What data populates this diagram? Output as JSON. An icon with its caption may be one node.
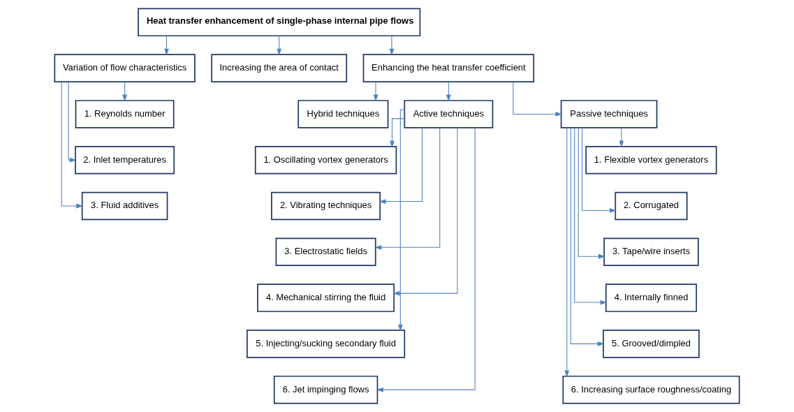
{
  "diagram": {
    "nodes": [
      {
        "text": [
          "Heat transfer enhancement of single-phase internal pipe flows"
        ]
      },
      {
        "text": [
          "Variation of flow characteristics"
        ]
      },
      {
        "text": [
          "Increasing the area of contact"
        ]
      },
      {
        "text": [
          "Enhancing the heat transfer coefficient"
        ]
      },
      {
        "text": [
          "1. Reynolds number"
        ]
      },
      {
        "text": [
          "2. Inlet temperatures"
        ]
      },
      {
        "text": [
          "3. Fluid additives"
        ]
      },
      {
        "text": [
          "Hybrid techniques"
        ]
      },
      {
        "text": [
          "Active techniques"
        ]
      },
      {
        "text": [
          "Passive techniques"
        ]
      },
      {
        "text": [
          "1. Oscillating vortex generators"
        ]
      },
      {
        "text": [
          "2. Vibrating techniques"
        ]
      },
      {
        "text": [
          "3. Electrostatic fields"
        ]
      },
      {
        "text": [
          "4. Mechanical stirring the fluid"
        ]
      },
      {
        "text": [
          "5. Injecting/sucking secondary fluid"
        ]
      },
      {
        "text": [
          "6. Jet impinging flows"
        ]
      },
      {
        "text": [
          "1. Flexible vortex generators"
        ]
      },
      {
        "text": [
          "2. Corrugated"
        ]
      },
      {
        "text": [
          "3. Tape/wire inserts"
        ]
      },
      {
        "text": [
          "4. Internally finned"
        ]
      },
      {
        "text": [
          "5. Grooved/dimpled"
        ]
      },
      {
        "text": [
          "6. Increasing surface roughness/coating"
        ]
      }
    ],
    "edges": [
      {
        "from": 0,
        "to": 1,
        "arrow": "to"
      },
      {
        "from": 0,
        "to": 2,
        "arrow": "to"
      },
      {
        "from": 0,
        "to": 3,
        "arrow": "to"
      },
      {
        "from": 1,
        "to": 4,
        "arrow": "to"
      },
      {
        "from": 1,
        "to": 5,
        "arrow": "to"
      },
      {
        "from": 1,
        "to": 6,
        "arrow": "to"
      },
      {
        "from": 3,
        "to": 7,
        "arrow": "to"
      },
      {
        "from": 3,
        "to": 8,
        "arrow": "to"
      },
      {
        "from": 3,
        "to": 9,
        "arrow": "to"
      },
      {
        "from": 8,
        "to": 10,
        "arrow": "to"
      },
      {
        "from": 8,
        "to": 11,
        "arrow": "to"
      },
      {
        "from": 8,
        "to": 12,
        "arrow": "to"
      },
      {
        "from": 8,
        "to": 13,
        "arrow": "to"
      },
      {
        "from": 8,
        "to": 14,
        "arrow": "to"
      },
      {
        "from": 8,
        "to": 15,
        "arrow": "to"
      },
      {
        "from": 9,
        "to": 16,
        "arrow": "to"
      },
      {
        "from": 9,
        "to": 17,
        "arrow": "to"
      },
      {
        "from": 9,
        "to": 18,
        "arrow": "to"
      },
      {
        "from": 9,
        "to": 19,
        "arrow": "to"
      },
      {
        "from": 9,
        "to": 20,
        "arrow": "to"
      },
      {
        "from": 9,
        "to": 21,
        "arrow": "to"
      }
    ]
  }
}
